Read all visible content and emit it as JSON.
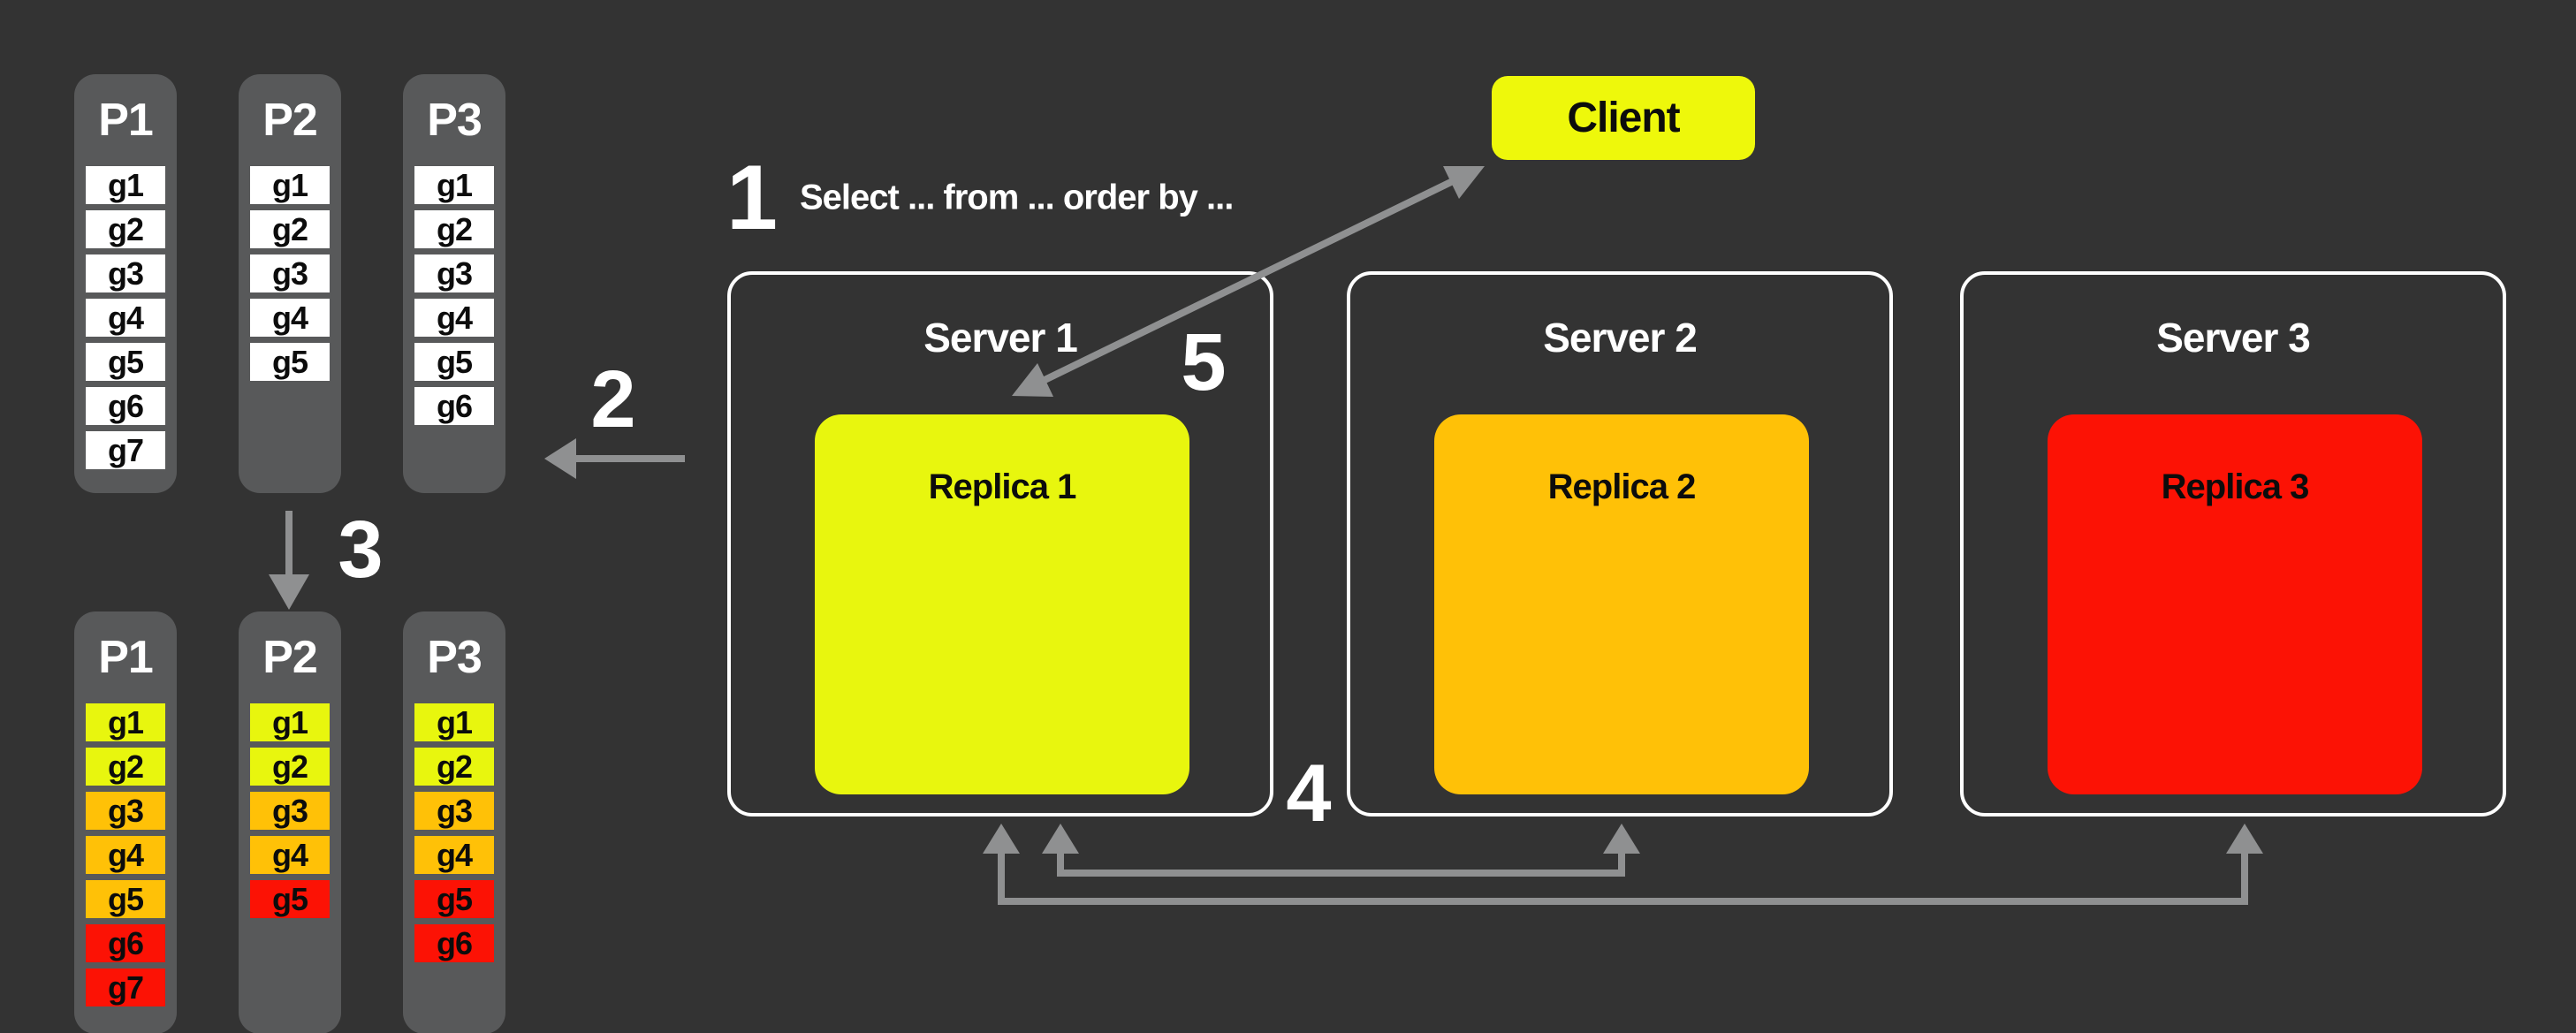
{
  "palette": {
    "bg": "#333333",
    "panel": "#58595a",
    "arrow": "#8f9091",
    "border": "#ffffff",
    "white": "#ffffff",
    "yellow": "#e8f60e",
    "clientYellow": "#eef80b",
    "orange": "#ffc107",
    "red": "#fc1205"
  },
  "before": {
    "columns": [
      {
        "title": "P1",
        "cells": [
          {
            "label": "g1",
            "tier": "white"
          },
          {
            "label": "g2",
            "tier": "white"
          },
          {
            "label": "g3",
            "tier": "white"
          },
          {
            "label": "g4",
            "tier": "white"
          },
          {
            "label": "g5",
            "tier": "white"
          },
          {
            "label": "g6",
            "tier": "white"
          },
          {
            "label": "g7",
            "tier": "white"
          }
        ]
      },
      {
        "title": "P2",
        "cells": [
          {
            "label": "g1",
            "tier": "white"
          },
          {
            "label": "g2",
            "tier": "white"
          },
          {
            "label": "g3",
            "tier": "white"
          },
          {
            "label": "g4",
            "tier": "white"
          },
          {
            "label": "g5",
            "tier": "white"
          }
        ]
      },
      {
        "title": "P3",
        "cells": [
          {
            "label": "g1",
            "tier": "white"
          },
          {
            "label": "g2",
            "tier": "white"
          },
          {
            "label": "g3",
            "tier": "white"
          },
          {
            "label": "g4",
            "tier": "white"
          },
          {
            "label": "g5",
            "tier": "white"
          },
          {
            "label": "g6",
            "tier": "white"
          }
        ]
      }
    ]
  },
  "after": {
    "columns": [
      {
        "title": "P1",
        "cells": [
          {
            "label": "g1",
            "tier": "yellow"
          },
          {
            "label": "g2",
            "tier": "yellow"
          },
          {
            "label": "g3",
            "tier": "orange"
          },
          {
            "label": "g4",
            "tier": "orange"
          },
          {
            "label": "g5",
            "tier": "orange"
          },
          {
            "label": "g6",
            "tier": "red"
          },
          {
            "label": "g7",
            "tier": "red"
          }
        ]
      },
      {
        "title": "P2",
        "cells": [
          {
            "label": "g1",
            "tier": "yellow"
          },
          {
            "label": "g2",
            "tier": "yellow"
          },
          {
            "label": "g3",
            "tier": "orange"
          },
          {
            "label": "g4",
            "tier": "orange"
          },
          {
            "label": "g5",
            "tier": "red"
          }
        ]
      },
      {
        "title": "P3",
        "cells": [
          {
            "label": "g1",
            "tier": "yellow"
          },
          {
            "label": "g2",
            "tier": "yellow"
          },
          {
            "label": "g3",
            "tier": "orange"
          },
          {
            "label": "g4",
            "tier": "orange"
          },
          {
            "label": "g5",
            "tier": "red"
          },
          {
            "label": "g6",
            "tier": "red"
          }
        ]
      }
    ]
  },
  "client": {
    "label": "Client"
  },
  "servers": [
    {
      "title": "Server 1",
      "replica": "Replica 1",
      "color": "yellow"
    },
    {
      "title": "Server 2",
      "replica": "Replica 2",
      "color": "orange"
    },
    {
      "title": "Server 3",
      "replica": "Replica 3",
      "color": "red"
    }
  ],
  "steps": {
    "one": {
      "num": "1",
      "label": "Select ... from ... order by ..."
    },
    "two": {
      "num": "2"
    },
    "three": {
      "num": "3"
    },
    "four": {
      "num": "4"
    },
    "five": {
      "num": "5"
    }
  }
}
